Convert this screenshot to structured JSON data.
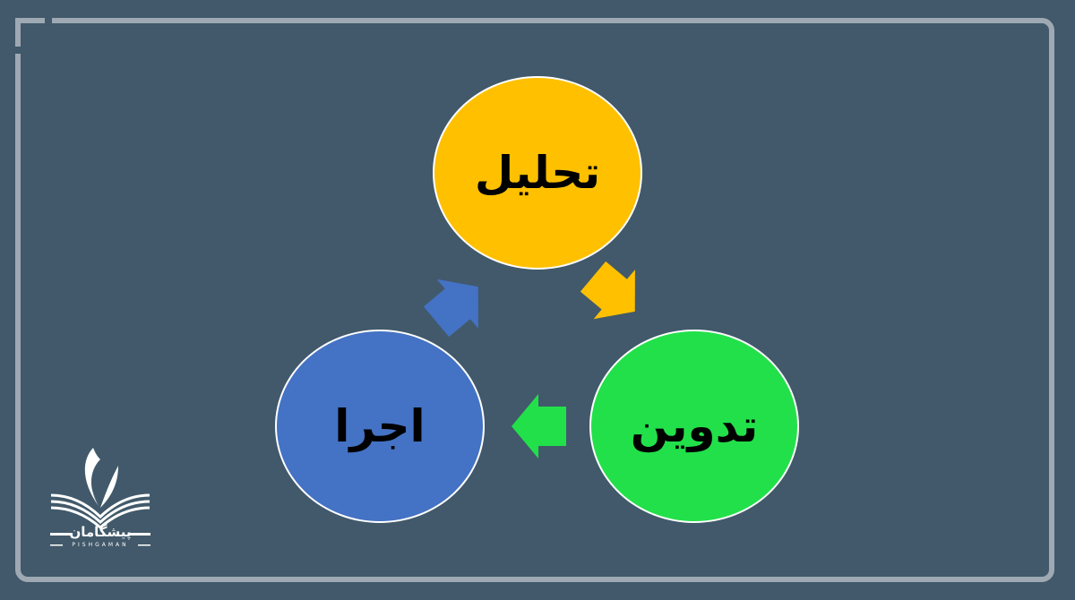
{
  "nodes": [
    {
      "label": "تحلیل",
      "color": "#ffc000"
    },
    {
      "label": "تدوین",
      "color": "#22e04a"
    },
    {
      "label": "اجرا",
      "color": "#4472c4"
    }
  ],
  "arrows": [
    {
      "from": "تحلیل",
      "to": "تدوین",
      "color": "#ffc000"
    },
    {
      "from": "تدوین",
      "to": "اجرا",
      "color": "#22e04a"
    },
    {
      "from": "اجرا",
      "to": "تحلیل",
      "color": "#4472c4"
    }
  ],
  "logo": {
    "name_fa": "پیشگامان",
    "name_en": "PISHGAMAN"
  },
  "colors": {
    "background": "#41596a",
    "frame": "#9ea9b3"
  }
}
